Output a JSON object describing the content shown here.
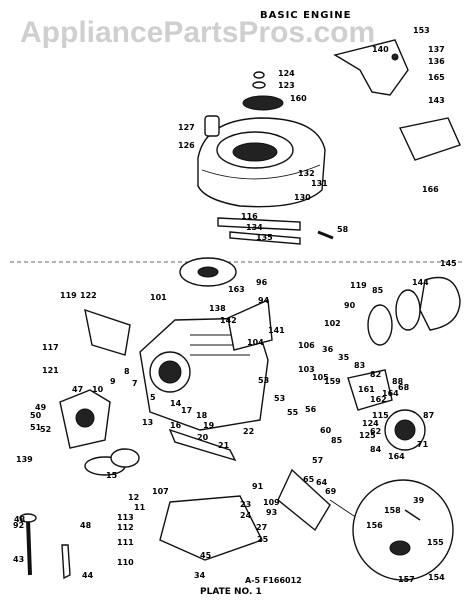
{
  "watermark": "AppliancePartsPros.com",
  "section_title": "BASIC ENGINE",
  "plate_label": "PLATE NO. 1",
  "drawing_code": "A-5 F166012",
  "part_labels": [
    "153",
    "137",
    "136",
    "140",
    "165",
    "143",
    "124",
    "123",
    "160",
    "127",
    "126",
    "166",
    "132",
    "131",
    "130",
    "116",
    "134",
    "135",
    "58",
    "145",
    "119",
    "90",
    "85",
    "144",
    "96",
    "119",
    "122",
    "101",
    "163",
    "138",
    "94",
    "142",
    "141",
    "102",
    "117",
    "104",
    "106",
    "36",
    "35",
    "103",
    "121",
    "105",
    "159",
    "53",
    "83",
    "82",
    "164",
    "47",
    "10",
    "9",
    "8",
    "7",
    "5",
    "88",
    "161",
    "162",
    "14",
    "115",
    "124",
    "51",
    "50",
    "49",
    "48",
    "52",
    "19",
    "18",
    "17",
    "16",
    "13",
    "20",
    "21",
    "22",
    "53",
    "55",
    "56",
    "60",
    "71",
    "87",
    "68",
    "62",
    "125",
    "84",
    "164",
    "139",
    "15",
    "12",
    "11",
    "85",
    "57",
    "65",
    "64",
    "69",
    "91",
    "107",
    "23",
    "24",
    "27",
    "25",
    "113",
    "112",
    "111",
    "110",
    "109",
    "93",
    "92",
    "48",
    "44",
    "43",
    "45",
    "34",
    "39",
    "158",
    "156",
    "155",
    "157",
    "154",
    "22"
  ]
}
